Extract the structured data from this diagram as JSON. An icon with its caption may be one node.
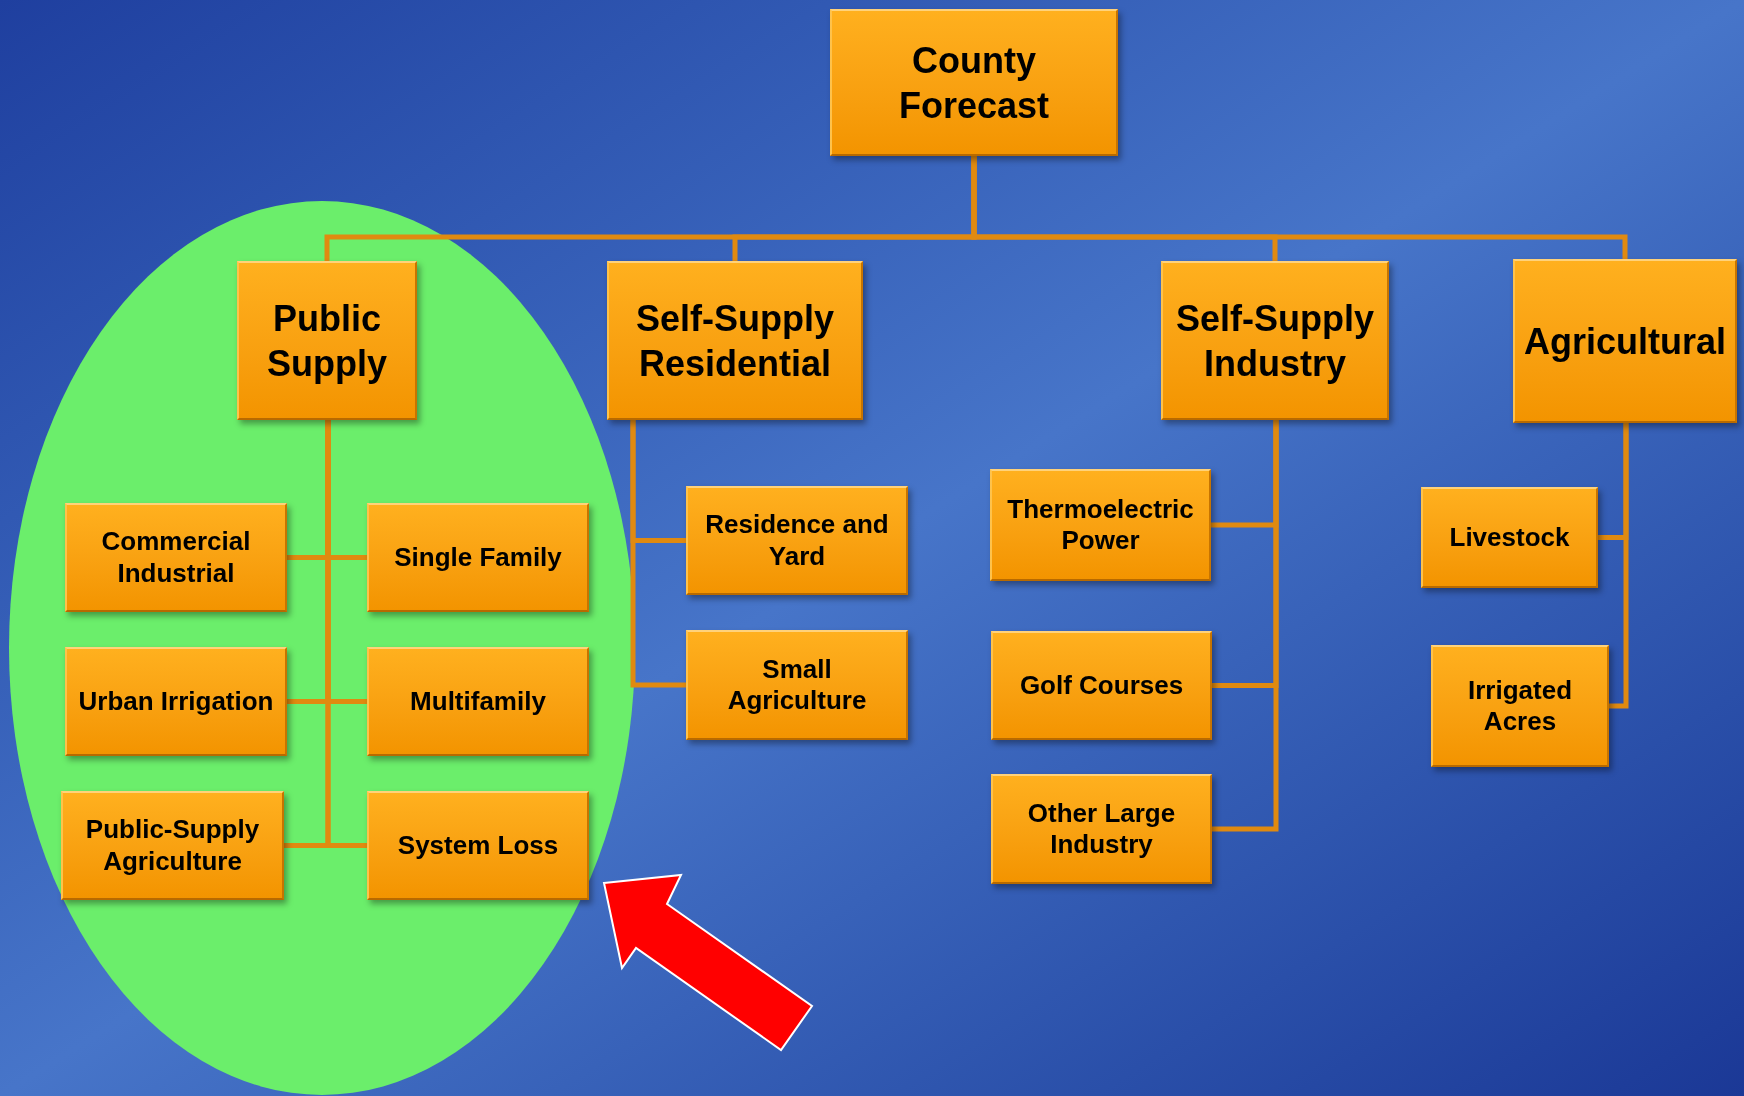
{
  "diagram": {
    "nodes": [
      {
        "text": [
          "County Forecast"
        ]
      },
      {
        "text": [
          "Public Supply"
        ]
      },
      {
        "text": [
          "Self-Supply Residential"
        ]
      },
      {
        "text": [
          "Self-Supply Industry"
        ]
      },
      {
        "text": [
          "Agricultural"
        ]
      },
      {
        "text": [
          "Commercial Industrial"
        ]
      },
      {
        "text": [
          "Single Family"
        ]
      },
      {
        "text": [
          "Urban Irrigation"
        ]
      },
      {
        "text": [
          "Multifamily"
        ]
      },
      {
        "text": [
          "Public-Supply Agriculture"
        ]
      },
      {
        "text": [
          "System Loss"
        ]
      },
      {
        "text": [
          "Residence and Yard"
        ]
      },
      {
        "text": [
          "Small Agriculture"
        ]
      },
      {
        "text": [
          "Thermoelectric Power"
        ]
      },
      {
        "text": [
          "Golf Courses"
        ]
      },
      {
        "text": [
          "Other Large Industry"
        ]
      },
      {
        "text": [
          "Livestock"
        ]
      },
      {
        "text": [
          "Irrigated Acres"
        ]
      }
    ],
    "edges": [
      {
        "from": 0,
        "to": 1,
        "arrow": "none"
      },
      {
        "from": 0,
        "to": 2,
        "arrow": "none"
      },
      {
        "from": 0,
        "to": 3,
        "arrow": "none"
      },
      {
        "from": 0,
        "to": 4,
        "arrow": "none"
      },
      {
        "from": 1,
        "to": 5,
        "arrow": "none"
      },
      {
        "from": 1,
        "to": 6,
        "arrow": "none"
      },
      {
        "from": 1,
        "to": 7,
        "arrow": "none"
      },
      {
        "from": 1,
        "to": 8,
        "arrow": "none"
      },
      {
        "from": 1,
        "to": 9,
        "arrow": "none"
      },
      {
        "from": 1,
        "to": 10,
        "arrow": "none"
      },
      {
        "from": 2,
        "to": 11,
        "arrow": "none"
      },
      {
        "from": 2,
        "to": 12,
        "arrow": "none"
      },
      {
        "from": 3,
        "to": 13,
        "arrow": "none"
      },
      {
        "from": 3,
        "to": 14,
        "arrow": "none"
      },
      {
        "from": 3,
        "to": 15,
        "arrow": "none"
      },
      {
        "from": 4,
        "to": 16,
        "arrow": "none"
      },
      {
        "from": 4,
        "to": 17,
        "arrow": "none"
      },
      {
        "from": null,
        "to": 10,
        "arrow": "to",
        "style": "thick",
        "color": "#ff0000"
      }
    ]
  }
}
